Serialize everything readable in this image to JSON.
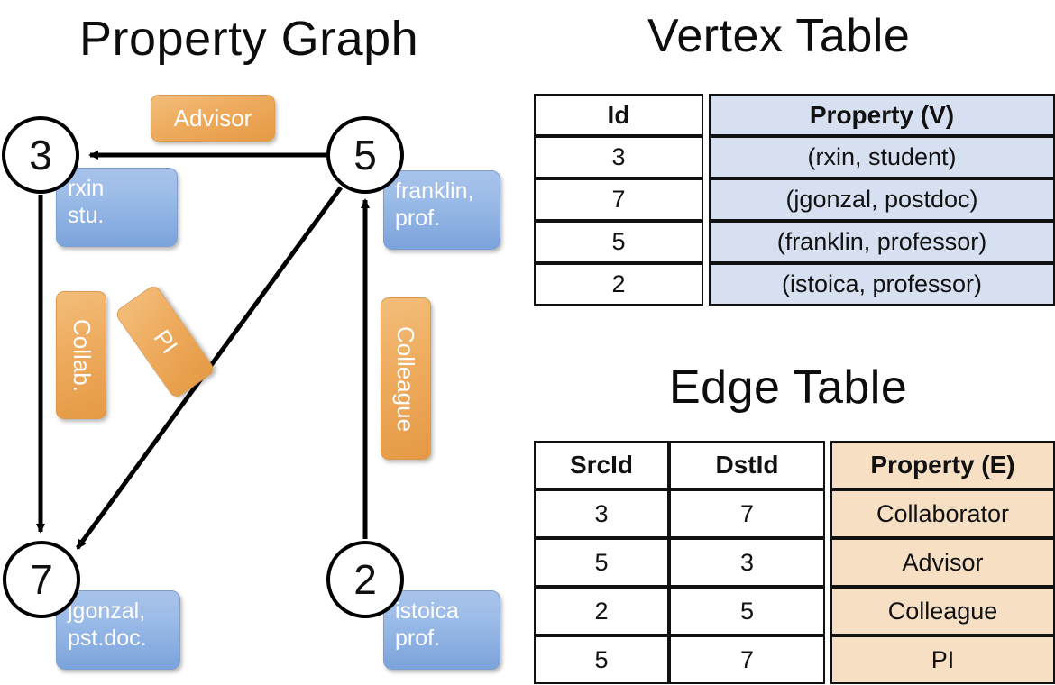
{
  "panels": {
    "graph_title": "Property Graph",
    "vertex_title": "Vertex Table",
    "edge_title": "Edge Table"
  },
  "graph": {
    "nodes": [
      {
        "id": "3",
        "property": "rxin\nstu."
      },
      {
        "id": "5",
        "property": "franklin,\nprof."
      },
      {
        "id": "7",
        "property": "jgonzal,\npst.doc."
      },
      {
        "id": "2",
        "property": "istoica\nprof."
      }
    ],
    "node_labels": {
      "n3": "3",
      "n5": "5",
      "n7": "7",
      "n2": "2"
    },
    "property_boxes": {
      "rxin_l1": "rxin",
      "rxin_l2": "stu.",
      "franklin_l1": "franklin,",
      "franklin_l2": "prof.",
      "jgonzal_l1": "jgonzal,",
      "jgonzal_l2": "pst.doc.",
      "istoica_l1": "istoica",
      "istoica_l2": "prof."
    },
    "edge_labels": {
      "advisor": "Advisor",
      "collab": "Collab.",
      "pi": "PI",
      "colleague": "Colleague"
    },
    "edges": [
      {
        "src": "5",
        "dst": "3",
        "label": "Advisor"
      },
      {
        "src": "3",
        "dst": "7",
        "label": "Collab."
      },
      {
        "src": "5",
        "dst": "7",
        "label": "PI"
      },
      {
        "src": "2",
        "dst": "5",
        "label": "Colleague"
      }
    ]
  },
  "vertex_table": {
    "headers": [
      "Id",
      "Property (V)"
    ],
    "rows": [
      {
        "id": "3",
        "property": "(rxin, student)"
      },
      {
        "id": "7",
        "property": "(jgonzal, postdoc)"
      },
      {
        "id": "5",
        "property": "(franklin, professor)"
      },
      {
        "id": "2",
        "property": "(istoica, professor)"
      }
    ]
  },
  "edge_table": {
    "headers": [
      "SrcId",
      "DstId",
      "Property (E)"
    ],
    "rows": [
      {
        "src": "3",
        "dst": "7",
        "property": "Collaborator"
      },
      {
        "src": "5",
        "dst": "3",
        "property": "Advisor"
      },
      {
        "src": "2",
        "dst": "5",
        "property": "Colleague"
      },
      {
        "src": "5",
        "dst": "7",
        "property": "PI"
      }
    ]
  },
  "colors": {
    "vertex_property_fill": "#d6e0f0",
    "edge_property_fill": "#f7dfc4",
    "node_box_blue": "#8fb2e3",
    "edge_label_orange": "#eeab5e",
    "border": "#111111"
  }
}
